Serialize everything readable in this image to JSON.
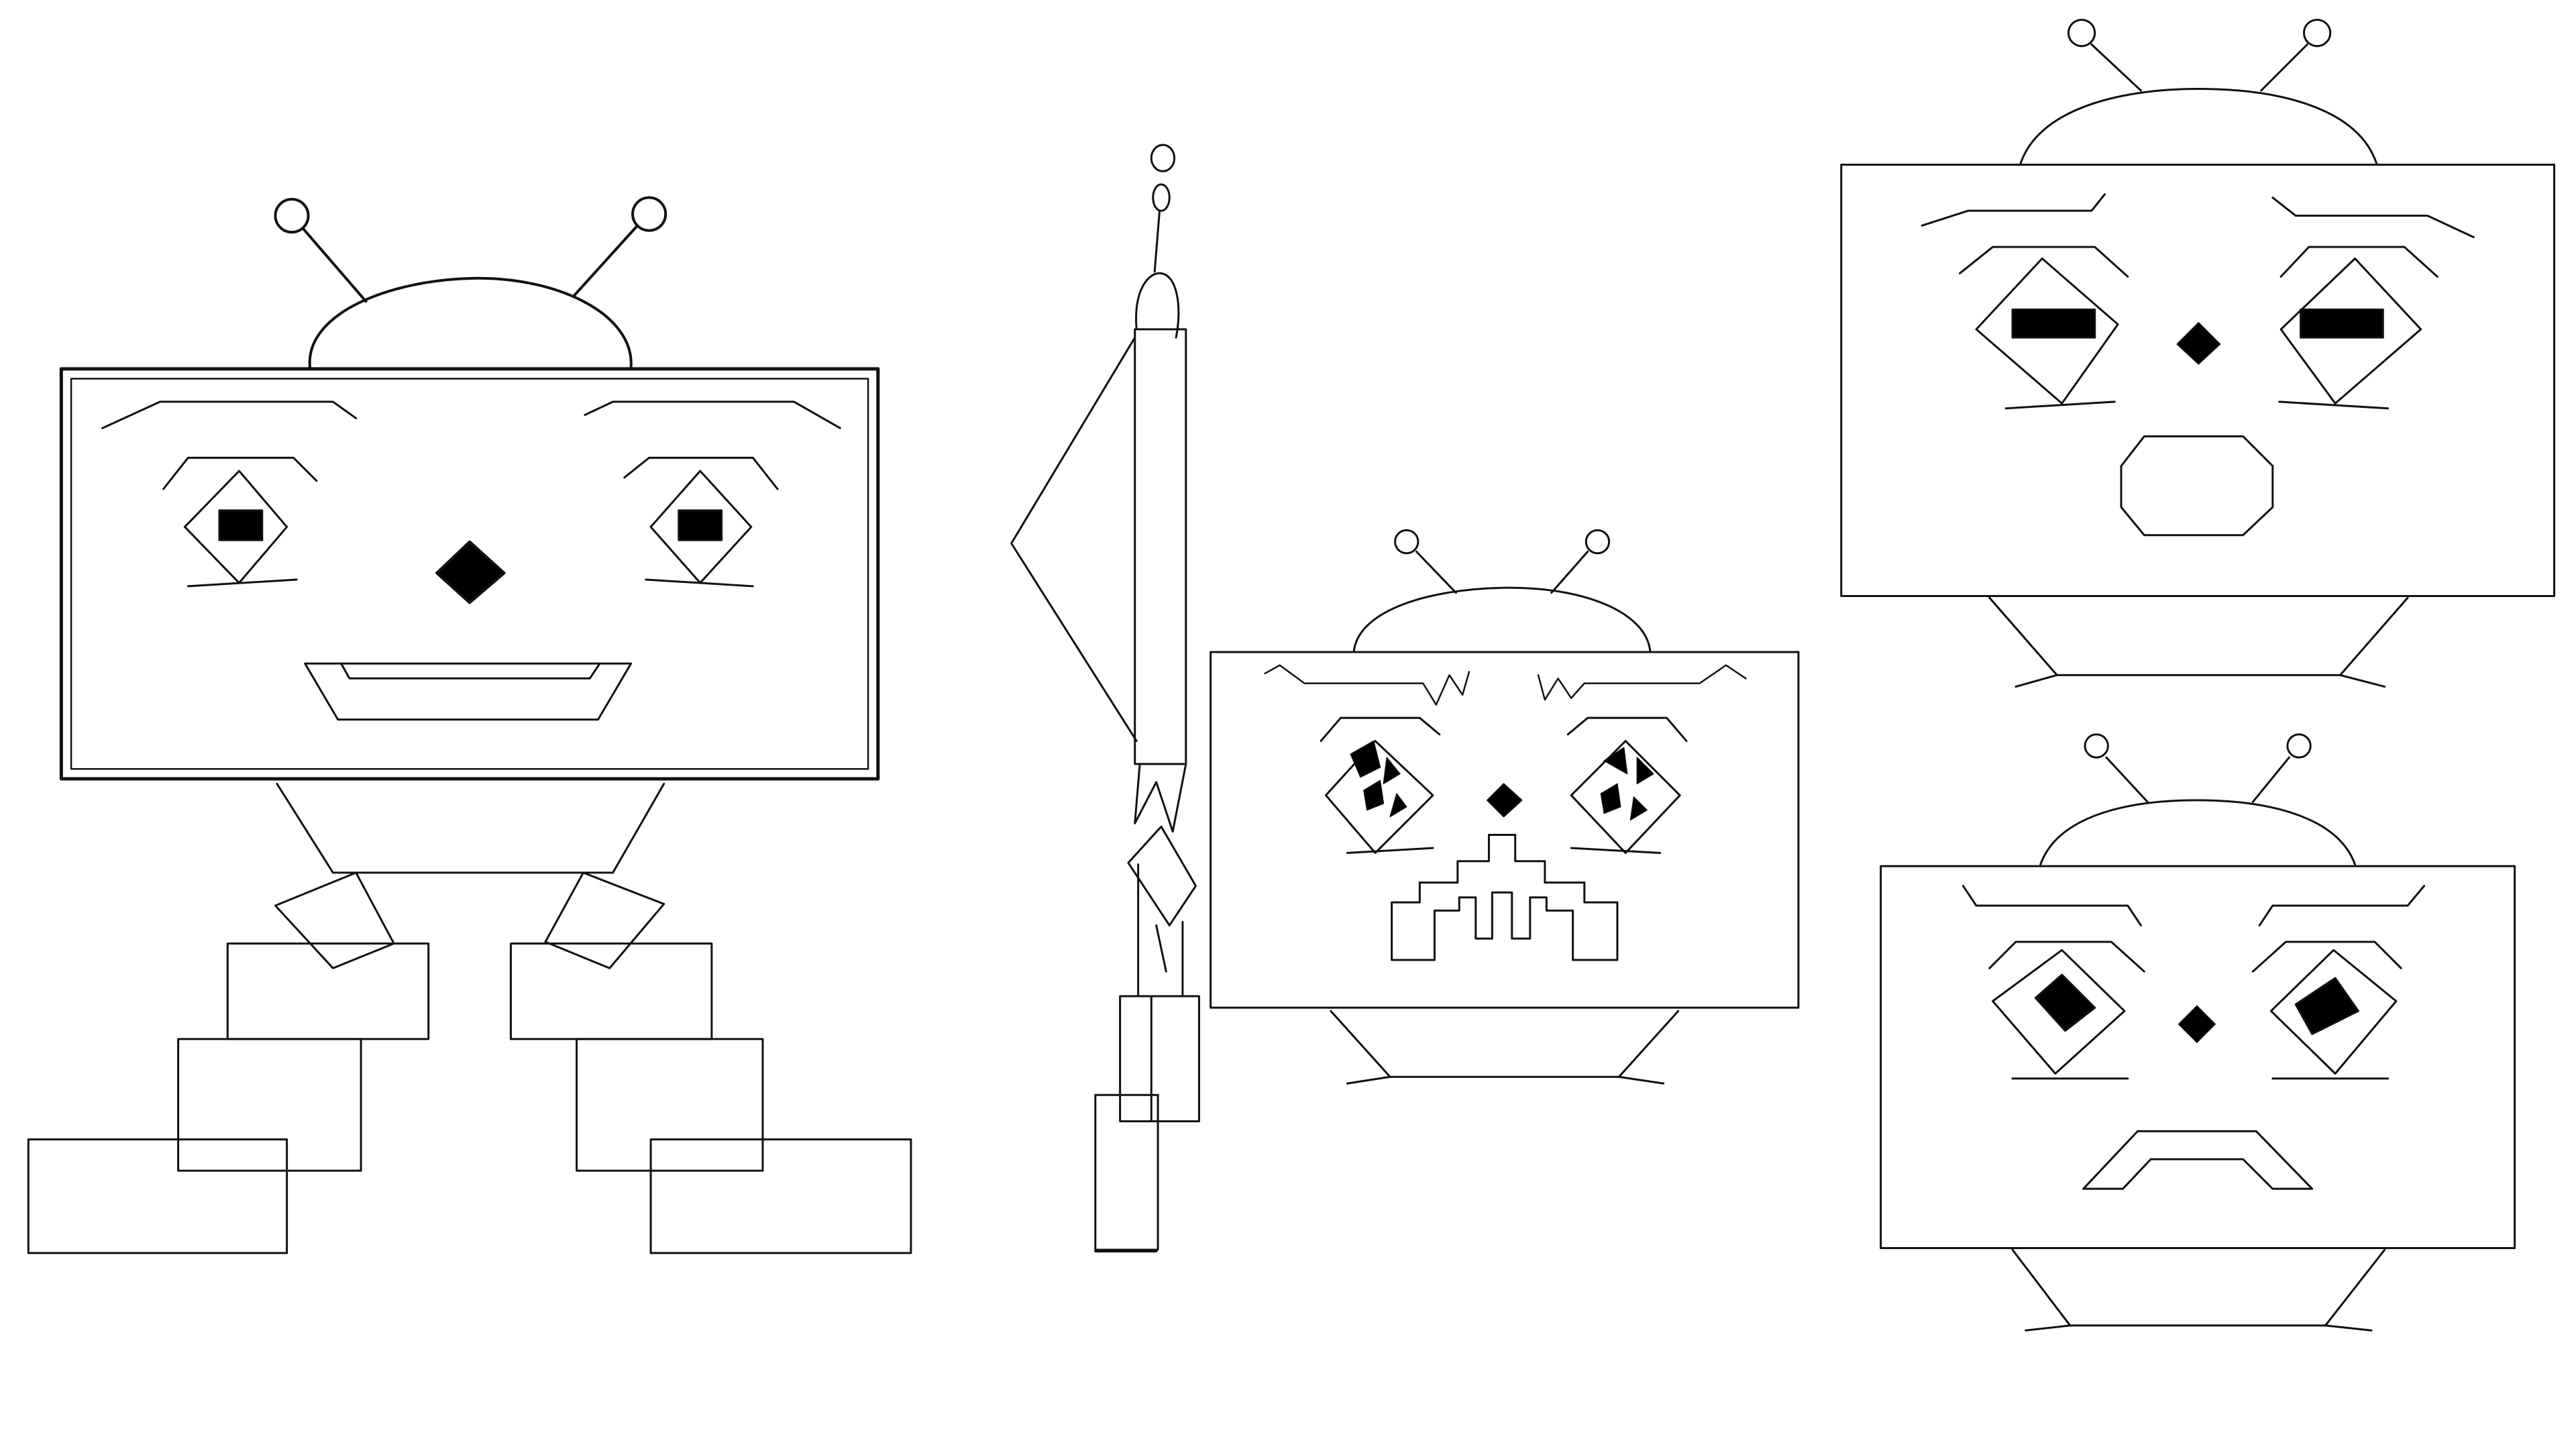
{
  "colors": {
    "background": "#ffffff",
    "ink": "#111111",
    "fill": "#000000"
  },
  "drawings": [
    {
      "name": "robot-happy-full-body",
      "expression": "smile"
    },
    {
      "name": "mop-tool",
      "expression": ""
    },
    {
      "name": "robot-angry-face",
      "expression": "angry"
    },
    {
      "name": "robot-surprised-face",
      "expression": "surprised"
    },
    {
      "name": "robot-sad-face",
      "expression": "frown"
    }
  ]
}
